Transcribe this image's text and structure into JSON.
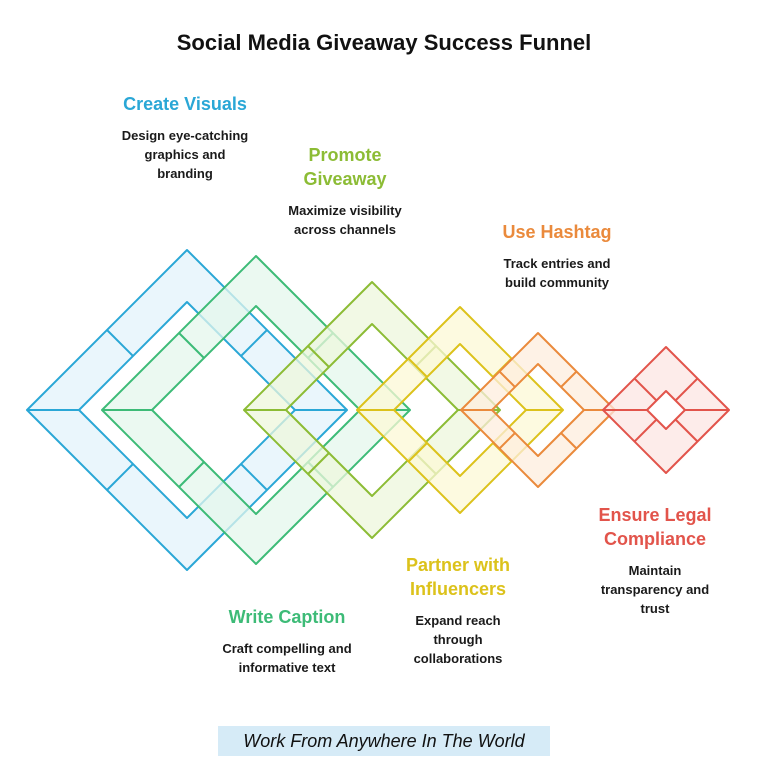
{
  "title": "Social Media Giveaway Success Funnel",
  "steps": [
    {
      "title": "Create Visuals",
      "description": "Design eye-catching\ngraphics and\nbranding",
      "color": "#2aa7d6",
      "fill": "#e3f3fb"
    },
    {
      "title": "Write Caption",
      "description": "Craft compelling and\ninformative text",
      "color": "#3dbb77",
      "fill": "#e4f7ec"
    },
    {
      "title": "Promote\nGiveaway",
      "description": "Maximize visibility\nacross channels",
      "color": "#8cbc35",
      "fill": "#eef7dc"
    },
    {
      "title": "Partner with\nInfluencers",
      "description": "Expand reach\nthrough\ncollaborations",
      "color": "#dcc21b",
      "fill": "#fcf8d6"
    },
    {
      "title": "Use Hashtag",
      "description": "Track entries and\nbuild community",
      "color": "#ea8a3c",
      "fill": "#fdeede"
    },
    {
      "title": "Ensure Legal\nCompliance",
      "description": "Maintain\ntransparency and\ntrust",
      "color": "#e2544b",
      "fill": "#fce5e3"
    }
  ],
  "footer": "Work From Anywhere In The World"
}
